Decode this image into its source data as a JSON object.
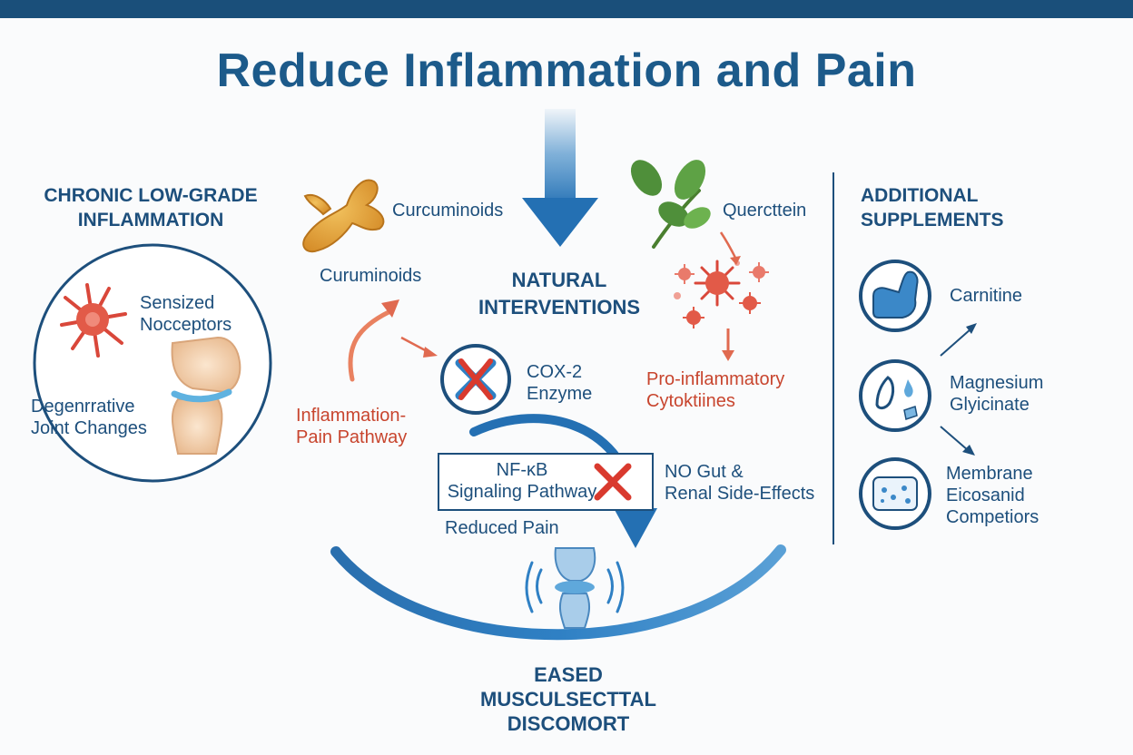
{
  "title": "Reduce Inflammation and Pain",
  "left_panel": {
    "header_line1": "CHRONIC LOW-GRADE",
    "header_line2": "INFLAMMATION",
    "sensitized_line1": "Sensized",
    "sensitized_line2": "Nocceptors",
    "degenerative_line1": "Degenrrative",
    "degenerative_line2": "Joint Changes"
  },
  "center": {
    "curcuminoids_top": "Curcuminoids",
    "curcuminoids_left": "Curuminoids",
    "quercetin": "Quercttein",
    "natural_line1": "NATURAL",
    "natural_line2": "INTERVENTIONS",
    "pathway_line1": "Inflammation-",
    "pathway_line2": "Pain Pathway",
    "cox_line1": "COX-2",
    "cox_line2": "Enzyme",
    "proinflam_line1": "Pro-inflammatory",
    "proinflam_line2": "Cytoktiines",
    "nfkb_line1": "NF-κB",
    "nfkb_line2": "Signaling Pathway",
    "no_gut_line1": "NO Gut &",
    "no_gut_line2": "Renal Side-Effects",
    "reduced_pain": "Reduced Pain",
    "eased_line1": "EASED",
    "eased_line2": "MUSCULSECTTAL",
    "eased_line3": "DISCOMORT"
  },
  "right_panel": {
    "header_line1": "ADDITIONAL",
    "header_line2": "SUPPLEMENTS",
    "carnitine": "Carnitine",
    "magnesium_line1": "Magnesium",
    "magnesium_line2": "Glyicinate",
    "membrane_line1": "Membrane",
    "membrane_line2": "Eicosanid",
    "membrane_line3": "Competiors"
  },
  "colors": {
    "primary": "#1d4f7c",
    "accent_blue": "#2f7fc1",
    "red": "#c8452e",
    "turmeric": "#e2a43a",
    "leaf": "#4f8f3a"
  },
  "icons": [
    "neuron-icon",
    "knee-joint-icon",
    "turmeric-root-icon",
    "leaf-icon",
    "virus-icon",
    "cox2-enzyme-icon",
    "flexed-arm-icon",
    "magnesium-icon",
    "membrane-icon",
    "joint-relief-icon"
  ]
}
